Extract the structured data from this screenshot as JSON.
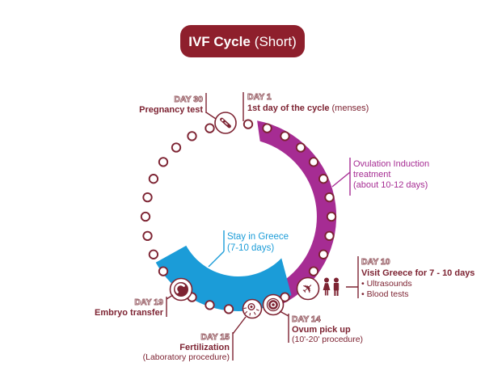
{
  "colors": {
    "maroon": "#7d2332",
    "title_bg": "#8e1f2c",
    "purple": "#a62c93",
    "blue": "#1b9cd8",
    "white": "#ffffff"
  },
  "title": {
    "main": "IVF Cycle",
    "suffix": "(Short)"
  },
  "annotations": {
    "day30": {
      "day": "DAY 30",
      "label": "Pregnancy test"
    },
    "day1": {
      "day": "DAY 1",
      "label_bold": "1st day of the cycle",
      "label_normal": "(menses)"
    },
    "ovulation": {
      "line1": "Ovulation Induction",
      "line2": "treatment",
      "line3": "(about 10-12 days)"
    },
    "day10": {
      "day": "DAY 10",
      "label": "Visit Greece for 7 - 10 days",
      "bullet1": "• Ultrasounds",
      "bullet2": "• Blood tests"
    },
    "day14": {
      "day": "DAY 14",
      "label": "Ovum pick up",
      "sub": "(10'-20' procedure)"
    },
    "day15": {
      "day": "DAY 15",
      "label": "Fertilization",
      "sub": "(Laboratory procedure)"
    },
    "day19": {
      "day": "DAY 19",
      "label": "Embryo transfer"
    },
    "stay": {
      "line1": "Stay in Greece",
      "line2": "(7-10 days)"
    }
  },
  "icons": {
    "pregnancy_test": "pregnancy-test-stick-icon",
    "airplane": "airplane-icon",
    "couple": "couple-icon",
    "ovum": "ovum-icon",
    "fertilization": "fertilization-cell-icon",
    "embryo": "embryo-icon"
  }
}
